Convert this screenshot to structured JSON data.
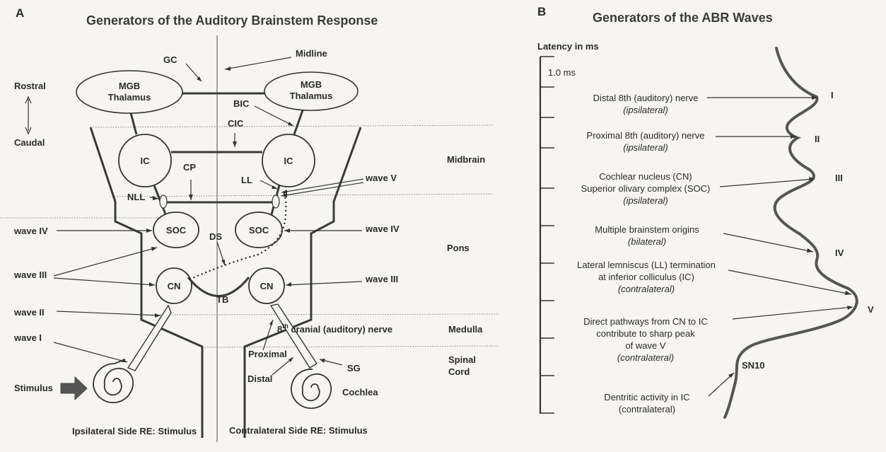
{
  "panel_a": {
    "letter": "A",
    "title": "Generators of the Auditory Brainstem Response",
    "labels": {
      "gc": "GC",
      "midline": "Midline",
      "rostral": "Rostral",
      "caudal": "Caudal",
      "mgb_left": [
        "MGB",
        "Thalamus"
      ],
      "mgb_right": [
        "MGB",
        "Thalamus"
      ],
      "bic": "BIC",
      "cic": "CIC",
      "ic": "IC",
      "cp": "CP",
      "ll": "LL",
      "nll": "NLL",
      "soc": "SOC",
      "ds": "DS",
      "cn": "CN",
      "tb": "TB",
      "midbrain": "Midbrain",
      "pons": "Pons",
      "medulla": "Medulla",
      "spinal_cord": [
        "Spinal",
        "Cord"
      ],
      "wave_v": "wave V",
      "wave_iv_left": "wave IV",
      "wave_iv_right": "wave IV",
      "wave_iii_left": "wave III",
      "wave_iii_right": "wave III",
      "wave_ii": "wave II",
      "wave_i": "wave I",
      "nerve_prefix": "8",
      "nerve_sup": "th",
      "nerve_rest": " cranial (auditory) nerve",
      "proximal": "Proximal",
      "distal": "Distal",
      "sg": "SG",
      "cochlea": "Cochlea",
      "stimulus": "Stimulus",
      "ipsilateral_caption": "Ipsilateral Side RE: Stimulus",
      "contralateral_caption": "Contralateral Side RE: Stimulus"
    }
  },
  "panel_b": {
    "letter": "B",
    "title": "Generators of the ABR Waves",
    "axis_label": "Latency in ms",
    "tick_label": "1.0 ms",
    "descriptions": [
      {
        "line1": "Distal 8th (auditory) nerve",
        "line2": "(ipsilateral)"
      },
      {
        "line1": "Proximal 8th (auditory) nerve",
        "line2": "(ipsilateral)"
      },
      {
        "line1": "Cochlear nucleus (CN)",
        "line2": "Superior olivary complex (SOC)",
        "line3": "(ipsilateral)"
      },
      {
        "line1": "Multiple brainstem origins",
        "line2": "(bilateral)"
      },
      {
        "line1": "Lateral lemniscus (LL) termination",
        "line2": "at inferior colliculus (IC)",
        "line3": "(contralateral)"
      },
      {
        "line1": "Direct pathways from CN to IC",
        "line2": "contribute to sharp peak",
        "line3": "of wave V",
        "line4": "(contralateral)"
      },
      {
        "line1": "Dentritic activity in IC",
        "line2": "(contralateral)"
      }
    ],
    "waves": [
      "I",
      "II",
      "III",
      "IV",
      "V",
      "SN10"
    ]
  }
}
